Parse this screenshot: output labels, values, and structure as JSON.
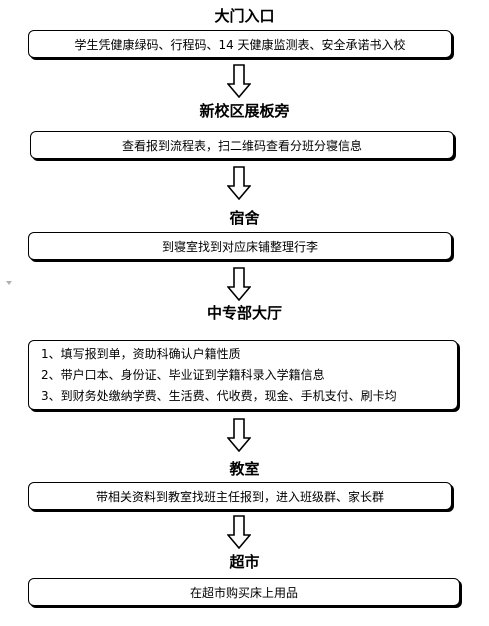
{
  "flow": {
    "steps": [
      {
        "title": "大门入口",
        "lines": [
          "学生凭健康绿码、行程码、14 天健康监测表、安全承诺书入校"
        ]
      },
      {
        "title": "新校区展板旁",
        "lines": [
          "查看报到流程表，扫二维码查看分班分寝信息"
        ]
      },
      {
        "title": "宿舍",
        "lines": [
          "到寝室找到对应床铺整理行李"
        ]
      },
      {
        "title": "中专部大厅",
        "lines": [
          "1、填写报到单，资助科确认户籍性质",
          "2、带户口本、身份证、毕业证到学籍科录入学籍信息",
          "3、到财务处缴纳学费、生活费、代收费，现金、手机支付、刷卡均"
        ]
      },
      {
        "title": "教室",
        "lines": [
          "带相关资料到教室找班主任报到，进入班级群、家长群"
        ]
      },
      {
        "title": "超市",
        "lines": [
          "在超市购买床上用品"
        ]
      }
    ]
  }
}
